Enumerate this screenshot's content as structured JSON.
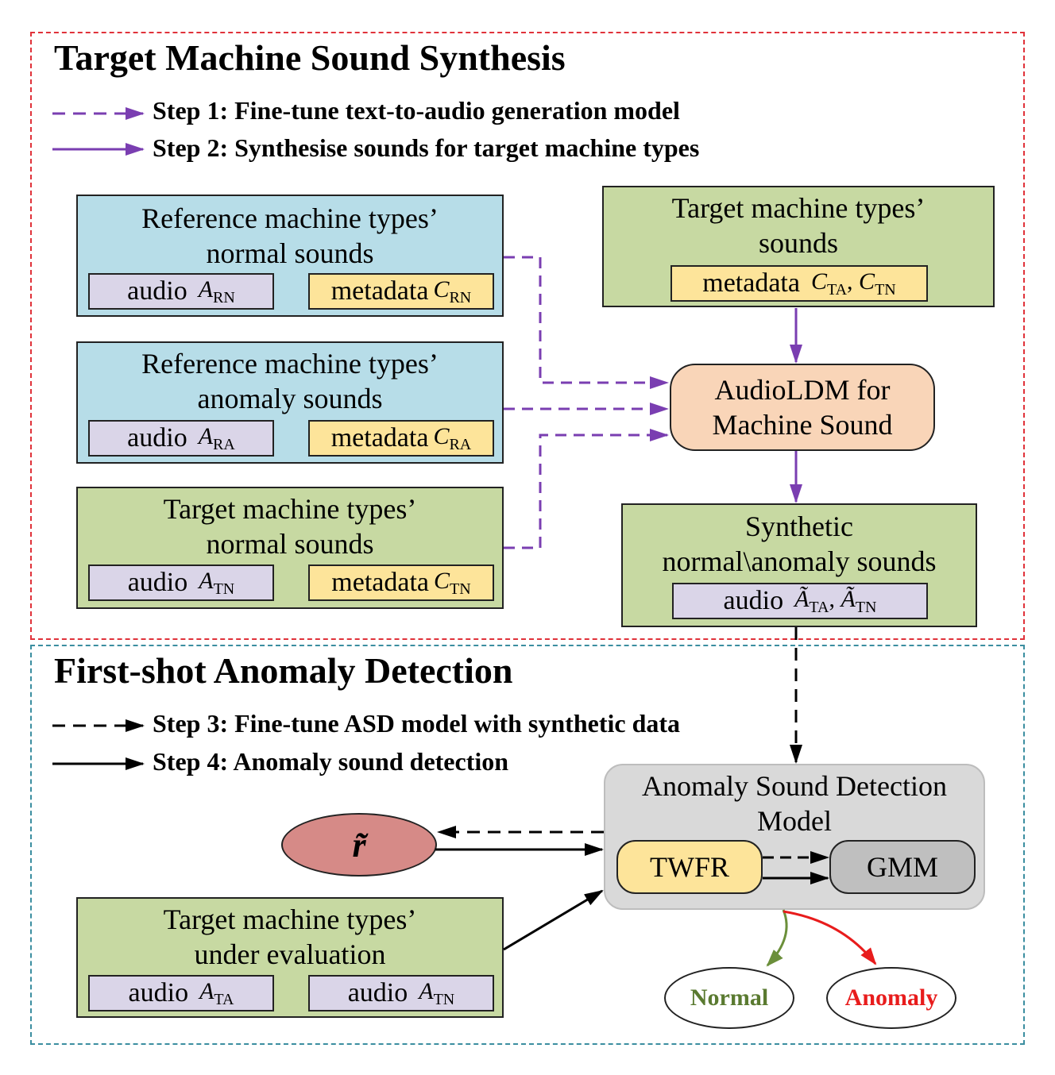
{
  "top": {
    "title": "Target Machine Sound Synthesis",
    "legend": [
      {
        "text": "Step 1: Fine-tune text-to-audio generation model",
        "style": "dashed",
        "color": "#7a3eb1"
      },
      {
        "text": "Step 2: Synthesise  sounds for target machine types",
        "style": "solid",
        "color": "#7a3eb1"
      }
    ]
  },
  "boxes": {
    "ref_normal": {
      "line1": "Reference machine types’",
      "line2": "normal sounds",
      "audio": "audio",
      "audio_sym": "A",
      "audio_sub": "RN",
      "meta": "metadata",
      "meta_sym": "C",
      "meta_sub": "RN"
    },
    "ref_anomaly": {
      "line1": "Reference machine types’",
      "line2": "anomaly sounds",
      "audio": "audio",
      "audio_sym": "A",
      "audio_sub": "RA",
      "meta": "metadata",
      "meta_sym": "C",
      "meta_sub": "RA"
    },
    "tgt_normal": {
      "line1": "Target machine types’",
      "line2": "normal sounds",
      "audio": "audio",
      "audio_sym": "A",
      "audio_sub": "TN",
      "meta": "metadata",
      "meta_sym": "C",
      "meta_sub": "TN"
    },
    "tgt_sounds": {
      "line1": "Target machine types’",
      "line2": "sounds",
      "meta": "metadata",
      "meta_sym1": "C",
      "meta_sub1": "TA",
      "meta_sep": ",",
      "meta_sym2": "C",
      "meta_sub2": "TN"
    },
    "audioldm": {
      "line1": "AudioLDM for",
      "line2": "Machine Sound"
    },
    "synthetic": {
      "line1": "Synthetic",
      "line2": "normal\\anomaly sounds",
      "audio": "audio",
      "sym1": "Ã",
      "sub1": "TA",
      "sep": ",",
      "sym2": "Ã",
      "sub2": "TN"
    }
  },
  "bottom": {
    "title": "First-shot Anomaly Detection",
    "legend": [
      {
        "text": "Step 3: Fine-tune ASD model with synthetic data",
        "style": "dashed",
        "color": "#000000"
      },
      {
        "text": "Step 4: Anomaly sound detection",
        "style": "solid",
        "color": "#000000"
      }
    ],
    "asd": {
      "line1": "Anomaly Sound Detection",
      "line2": "Model",
      "twfr": "TWFR",
      "gmm": "GMM"
    },
    "r_symbol": "r̃",
    "eval": {
      "line1": "Target machine types’",
      "line2": "under evaluation",
      "audio1": "audio",
      "sym1": "A",
      "sub1": "TA",
      "audio2": "audio",
      "sym2": "A",
      "sub2": "TN"
    },
    "normal": "Normal",
    "anomaly": "Anomaly"
  },
  "colors": {
    "purple": "#7a3eb1",
    "blue": "#b7dde8",
    "green": "#c7d9a2",
    "lavender": "#dad5e8",
    "yellow": "#fde49a",
    "peach": "#f9d5b8",
    "grey": "#d9d9d9",
    "gmm": "#bfbfbf",
    "r_fill": "#d68a87",
    "normal_text": "#5a7a30",
    "anomaly_text": "#e81c1c"
  }
}
